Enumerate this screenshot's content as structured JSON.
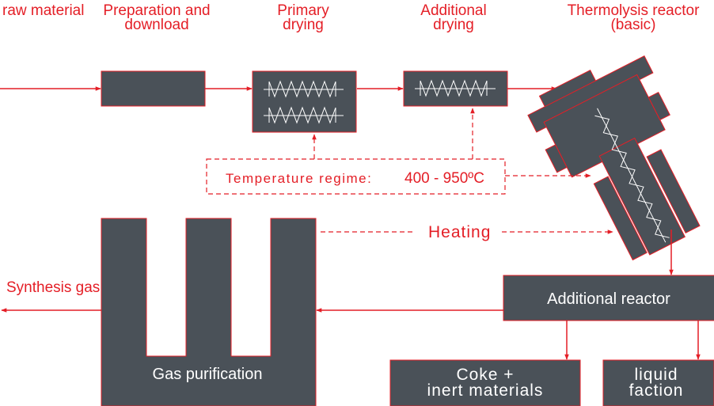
{
  "colors": {
    "accent": "#e41e26",
    "block": "#4a5158",
    "block_border": "#e41e26",
    "text_on_block": "#ffffff",
    "background": "#ffffff"
  },
  "labels": {
    "raw_material": "raw material",
    "preparation_line1": "Preparation and",
    "preparation_line2": "download",
    "primary_line1": "Primary",
    "primary_line2": "drying",
    "additional_line1": "Additional",
    "additional_line2": "drying",
    "thermolysis_line1": "Thermolysis reactor",
    "thermolysis_line2": "(basic)",
    "temperature_label": "Temperature regime:",
    "temperature_value": "400 - 950ºC",
    "heating": "Heating",
    "synthesis_gas": "Synthesis gas",
    "additional_reactor": "Additional reactor",
    "gas_purification": "Gas purification",
    "coke_line1": "Coke +",
    "coke_line2": "inert materials",
    "liquid_line1": "liquid",
    "liquid_line2": "faction"
  }
}
